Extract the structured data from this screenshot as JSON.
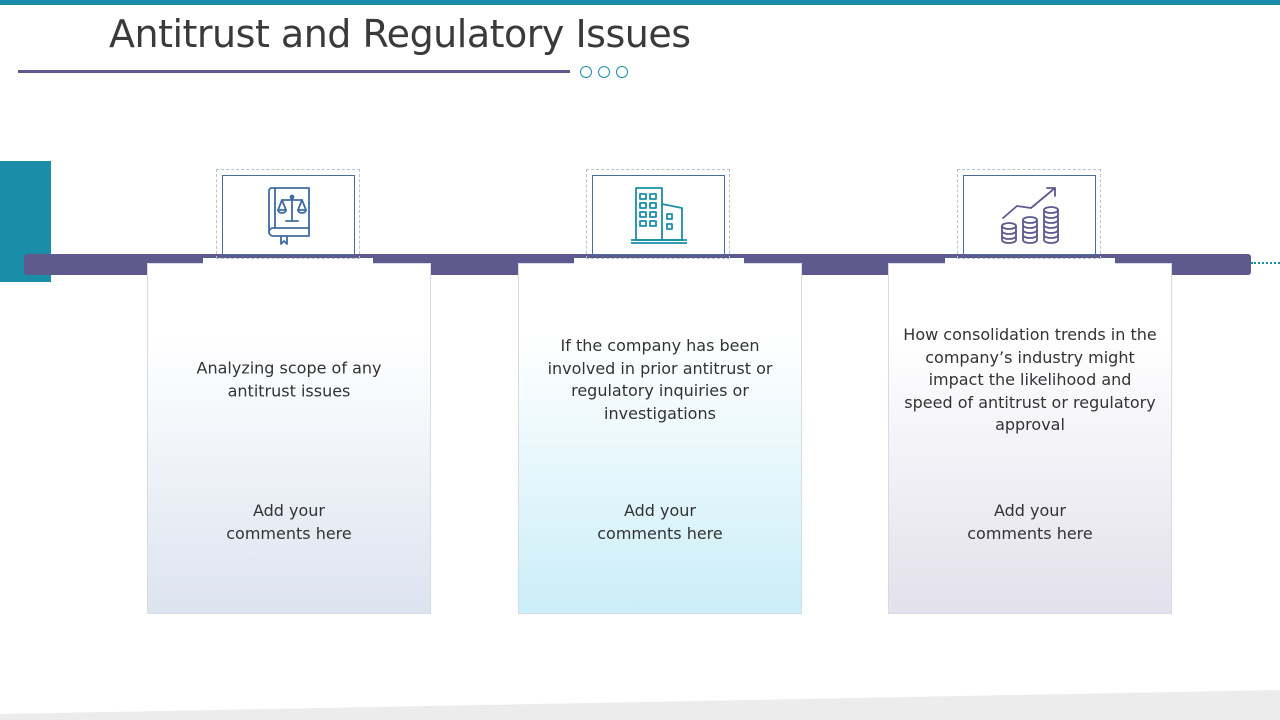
{
  "slide": {
    "title": "Antitrust and Regulatory Issues"
  },
  "cards": [
    {
      "icon": "law-book-scales-icon",
      "description": "Analyzing scope of any antitrust issues",
      "comment_line1": "Add your",
      "comment_line2": "comments here"
    },
    {
      "icon": "office-building-icon",
      "description": "If the company has been involved in prior antitrust or regulatory inquiries or investigations",
      "comment_line1": "Add your",
      "comment_line2": "comments here"
    },
    {
      "icon": "growth-chart-coins-icon",
      "description": "How consolidation trends in the company’s industry might impact the likelihood and speed of antitrust or regulatory approval",
      "comment_line1": "Add your",
      "comment_line2": "comments here"
    }
  ],
  "colors": {
    "accent_teal": "#1a8ea8",
    "accent_purple": "#5e5a8e"
  }
}
